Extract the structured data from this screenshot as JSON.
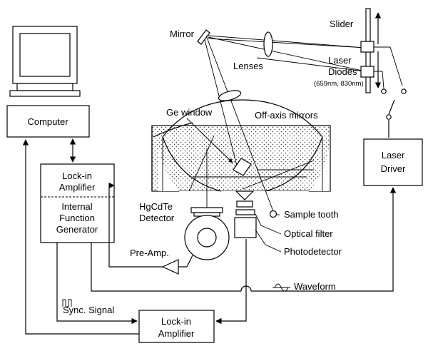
{
  "labels": {
    "computer": "Computer",
    "lockin_top_1": "Lock-in",
    "lockin_top_2": "Amplifier",
    "ifg_1": "Internal",
    "ifg_2": "Function",
    "ifg_3": "Generator",
    "lockin_bottom_1": "Lock-in",
    "lockin_bottom_2": "Amplifier",
    "laser_driver_1": "Laser",
    "laser_driver_2": "Driver",
    "mirror": "Mirror",
    "lenses": "Lenses",
    "slider": "Slider",
    "laser_diodes_1": "Laser",
    "laser_diodes_2": "Diodes",
    "laser_diodes_wavelengths": "(659nm, 830nm)",
    "ge_window": "Ge window",
    "off_axis_mirrors": "Off-axis mirrors",
    "hgcdte_1": "HgCdTe",
    "hgcdte_2": "Detector",
    "sample_tooth": "Sample tooth",
    "optical_filter": "Optical filter",
    "photodetector": "Photodetector",
    "pre_amp": "Pre-Amp.",
    "waveform": "Waveform",
    "sync_signal": "Sync. Signal"
  }
}
